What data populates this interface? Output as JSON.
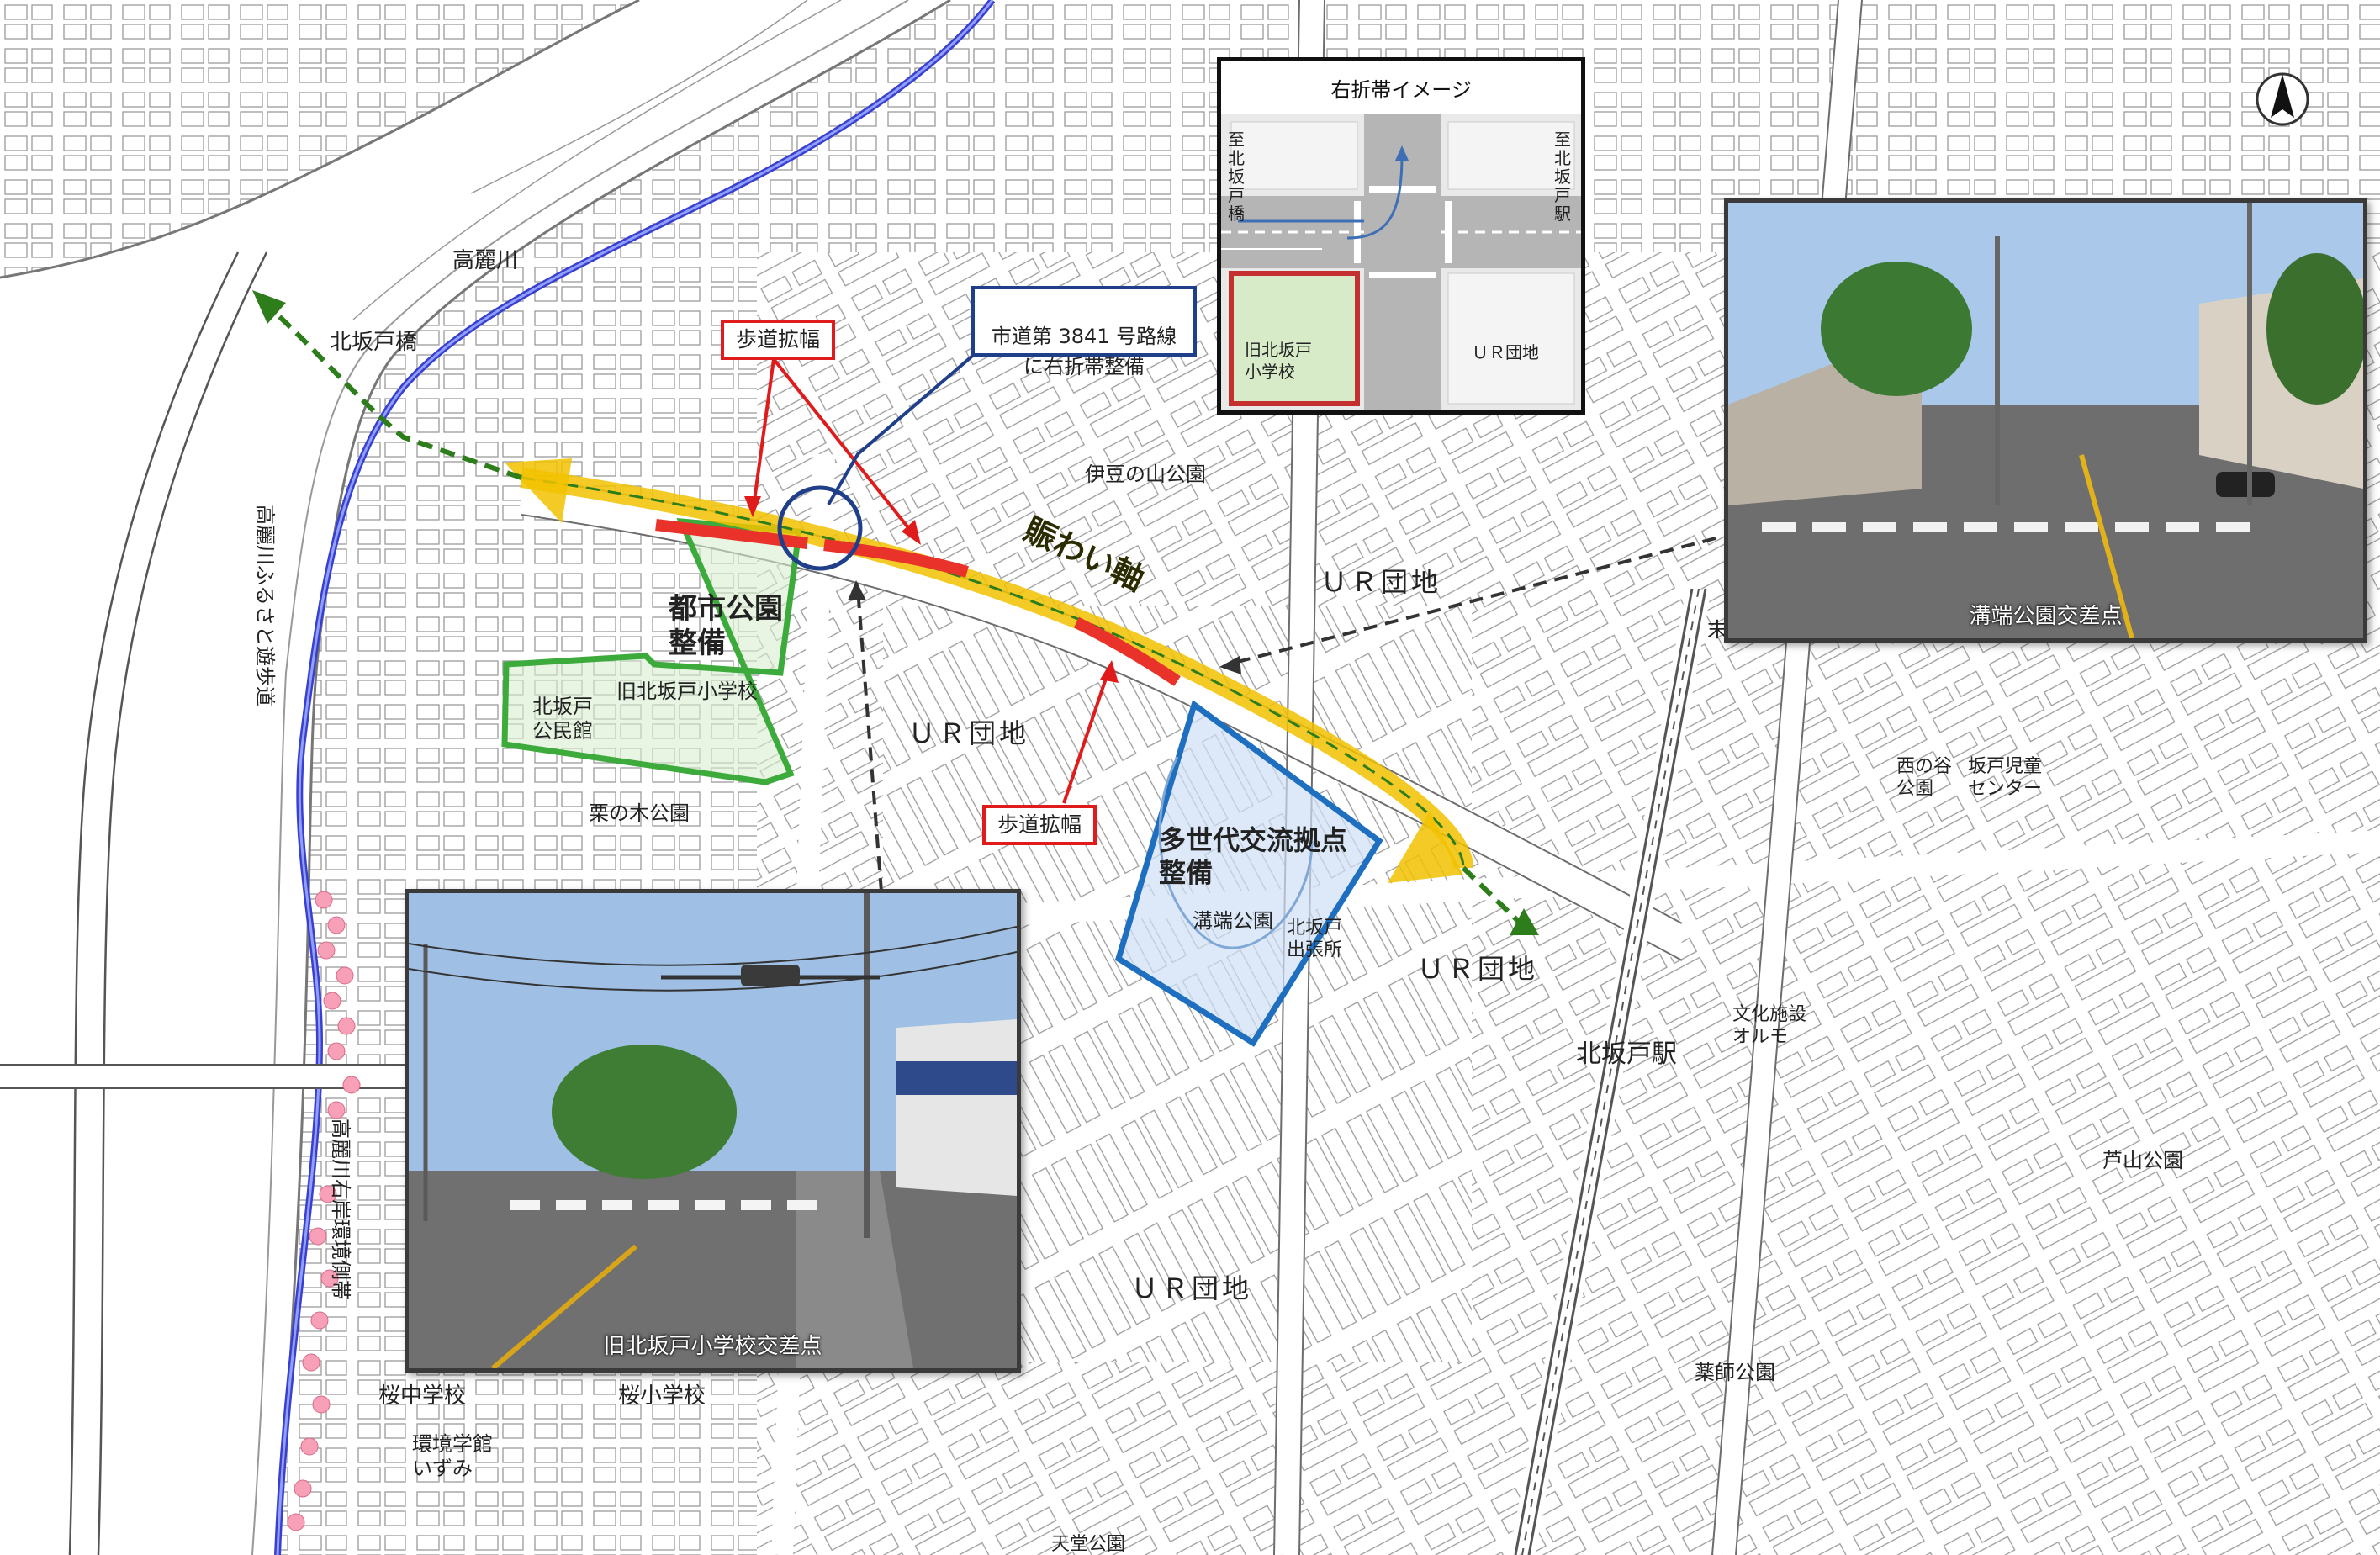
{
  "labels": {
    "river": "高麗川",
    "bridge": "北坂戸橋",
    "river_path": "高麗川ふるさと遊歩道",
    "embankment": "高麗川右岸環境側帯",
    "nigiwai": "賑わい軸",
    "ur1": "ＵＲ団地",
    "ur2": "ＵＲ団地",
    "ur3": "ＵＲ団地",
    "ur4": "ＵＲ団地",
    "izu_park": "伊豆の山公園",
    "suehiro_park": "末広公園",
    "kurinoki_park": "栗の木公園",
    "community_hall": "北坂戸\n公民館",
    "old_school": "旧北坂戸小学校",
    "toshi_park": "都市公園\n整備",
    "tasedai": "多世代交流拠点\n整備",
    "mizobata_park": "溝端公園",
    "branch_office": "北坂戸\n出張所",
    "station": "北坂戸駅",
    "culture": "文化施設\nオルモ",
    "nishinoya_park": "西の谷\n公園",
    "children_center": "坂戸児童\nセンター",
    "ashiyama_park": "芦山公園",
    "yakushi_park": "薬師公園",
    "sakura_jhs": "桜中学校",
    "sakura_es": "桜小学校",
    "kankyo": "環境学館\nいずみ",
    "tendo_park": "天堂公園"
  },
  "callouts": {
    "sidewalk1": "歩道拡幅",
    "sidewalk2": "歩道拡幅",
    "right_turn": "市道第 3841 号路線\nに右折帯整備"
  },
  "inset": {
    "title": "右折帯イメージ",
    "left_dir": "至北坂戸橋",
    "right_dir": "至北坂戸駅",
    "school": "旧北坂戸\n小学校",
    "ur": "ＵＲ団地"
  },
  "photos": {
    "photo1_caption": "溝端公園交差点",
    "photo2_caption": "旧北坂戸小学校交差点"
  },
  "colors": {
    "axis_yellow": "#f2c200",
    "axis_green": "#2e7d1b",
    "sidewalk_red": "#e8322a",
    "park_green": "#3cab3c",
    "hub_blue": "#1e6fc0",
    "river_blue": "#3a3fd0",
    "callout_red": "#e01b1b",
    "callout_blue": "#1f3f8a"
  }
}
